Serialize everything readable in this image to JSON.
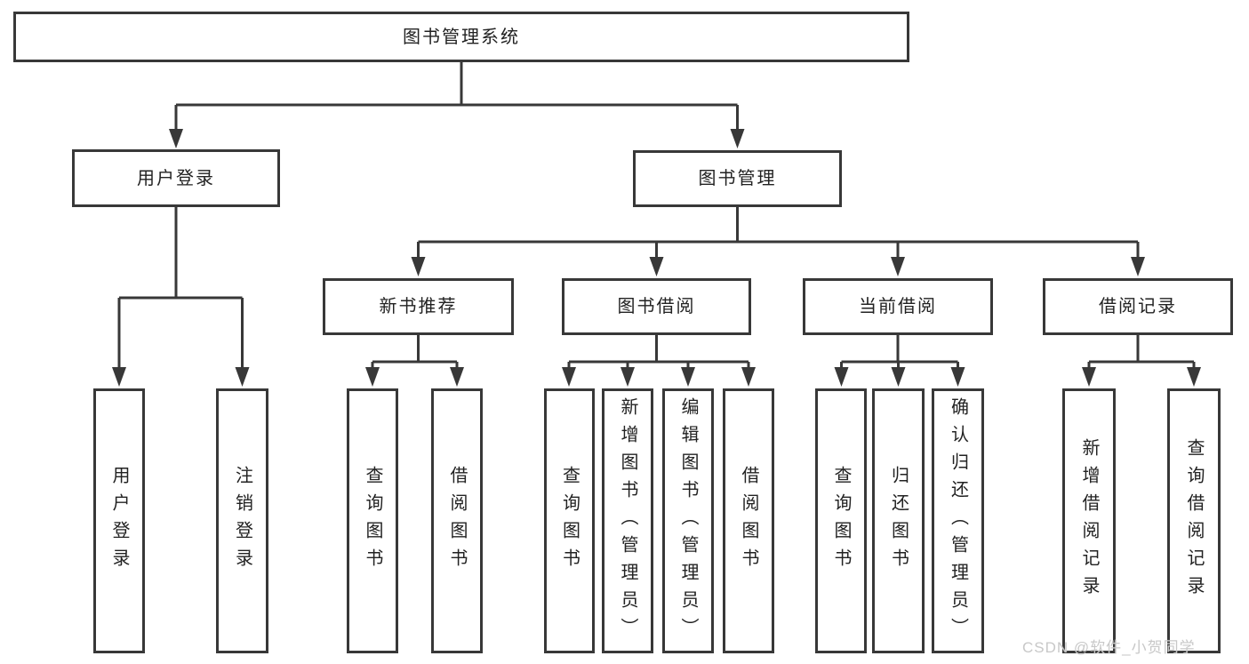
{
  "tree": {
    "root": {
      "label": "图书管理系统",
      "children": [
        {
          "label": "用户登录",
          "children": [
            {
              "label": "用户登录"
            },
            {
              "label": "注销登录"
            }
          ]
        },
        {
          "label": "图书管理",
          "children": [
            {
              "label": "新书推荐",
              "children": [
                {
                  "label": "查询图书"
                },
                {
                  "label": "借阅图书"
                }
              ]
            },
            {
              "label": "图书借阅",
              "children": [
                {
                  "label": "查询图书"
                },
                {
                  "label": "新增图书（管理员）"
                },
                {
                  "label": "编辑图书（管理员）"
                },
                {
                  "label": "借阅图书"
                }
              ]
            },
            {
              "label": "当前借阅",
              "children": [
                {
                  "label": "查询图书"
                },
                {
                  "label": "归还图书"
                },
                {
                  "label": "确认归还（管理员）"
                }
              ]
            },
            {
              "label": "借阅记录",
              "children": [
                {
                  "label": "新增借阅记录"
                },
                {
                  "label": "查询借阅记录"
                }
              ]
            }
          ]
        }
      ]
    }
  },
  "watermark": {
    "text": "CSDN @软件_小贺同学"
  },
  "colors": {
    "line": "#383838",
    "box_border": "#383838",
    "box_fill": "#ffffff",
    "text": "#222222",
    "watermark": "#c5c5c5",
    "background": "#ffffff"
  }
}
